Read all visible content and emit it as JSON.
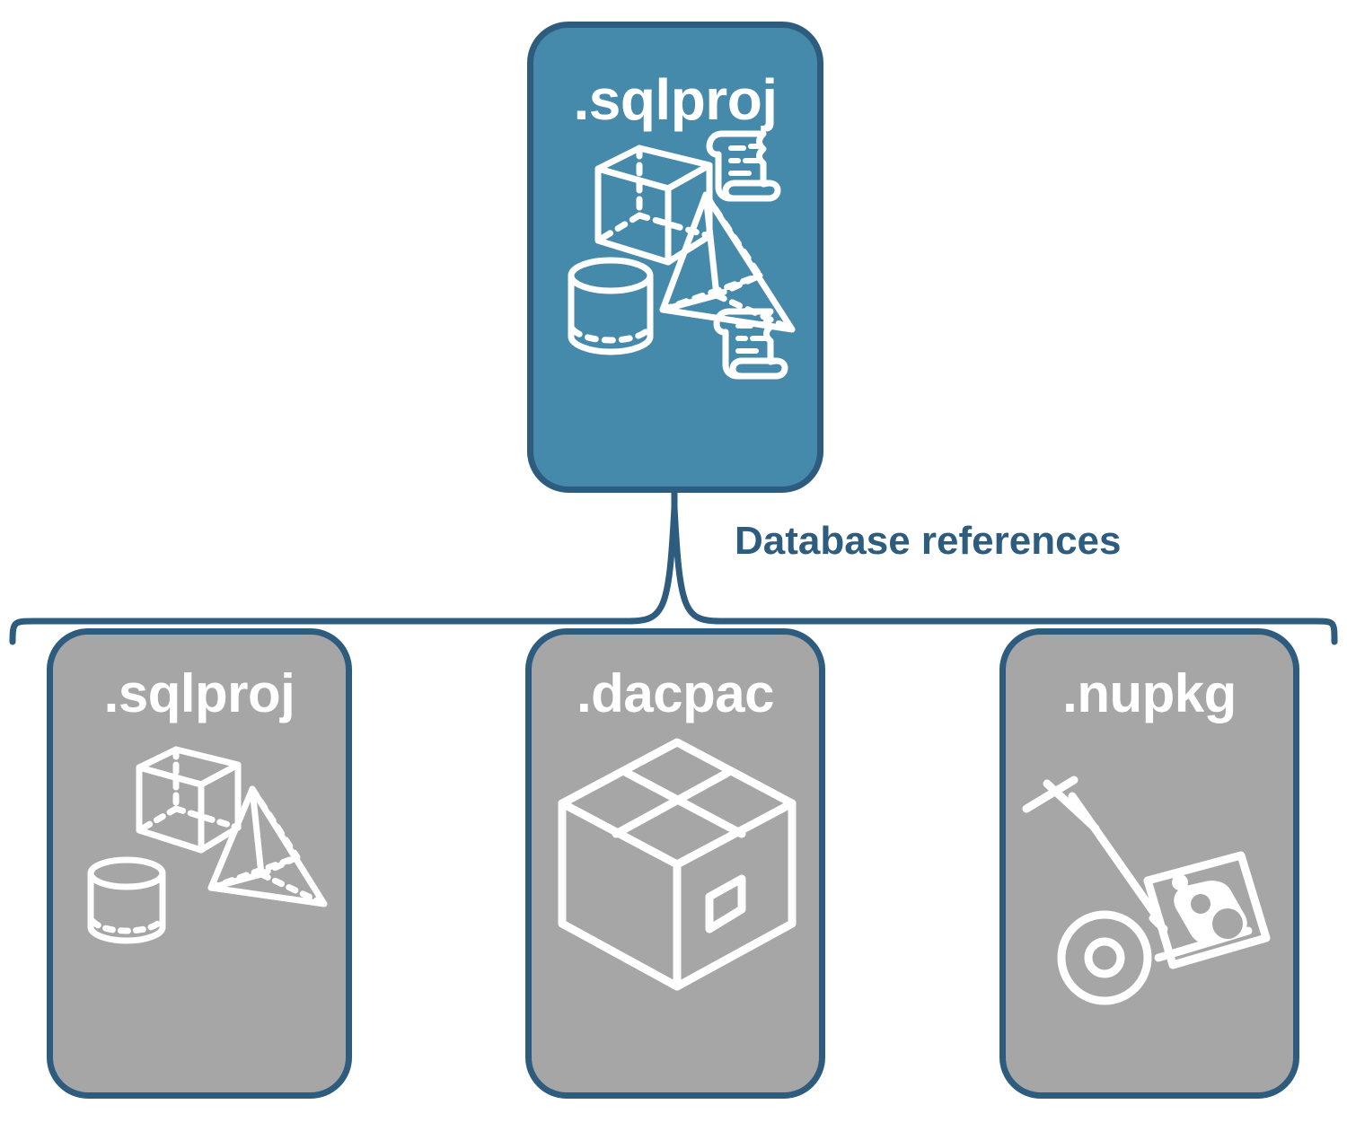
{
  "diagram": {
    "title_text": "Database references",
    "background_color": "#ffffff",
    "accent_border_color": "#2e5c7e",
    "root_fill_color": "#4589ab",
    "reference_fill_color": "#a6a6a6",
    "icon_stroke_color": "#ffffff"
  },
  "root_node": {
    "label": ".sqlproj",
    "icons": [
      "cube-icon",
      "scroll-icon",
      "pyramid-icon",
      "cylinder-icon",
      "scroll-icon"
    ]
  },
  "connector": {
    "label": "Database references",
    "type": "curly-brace",
    "branch_count": 3
  },
  "reference_nodes": [
    {
      "label": ".sqlproj",
      "icons": [
        "cube-icon",
        "pyramid-icon",
        "cylinder-icon"
      ]
    },
    {
      "label": ".dacpac",
      "icons": [
        "package-box-icon"
      ]
    },
    {
      "label": ".nupkg",
      "icons": [
        "hand-truck-icon",
        "nuget-package-icon"
      ]
    }
  ]
}
